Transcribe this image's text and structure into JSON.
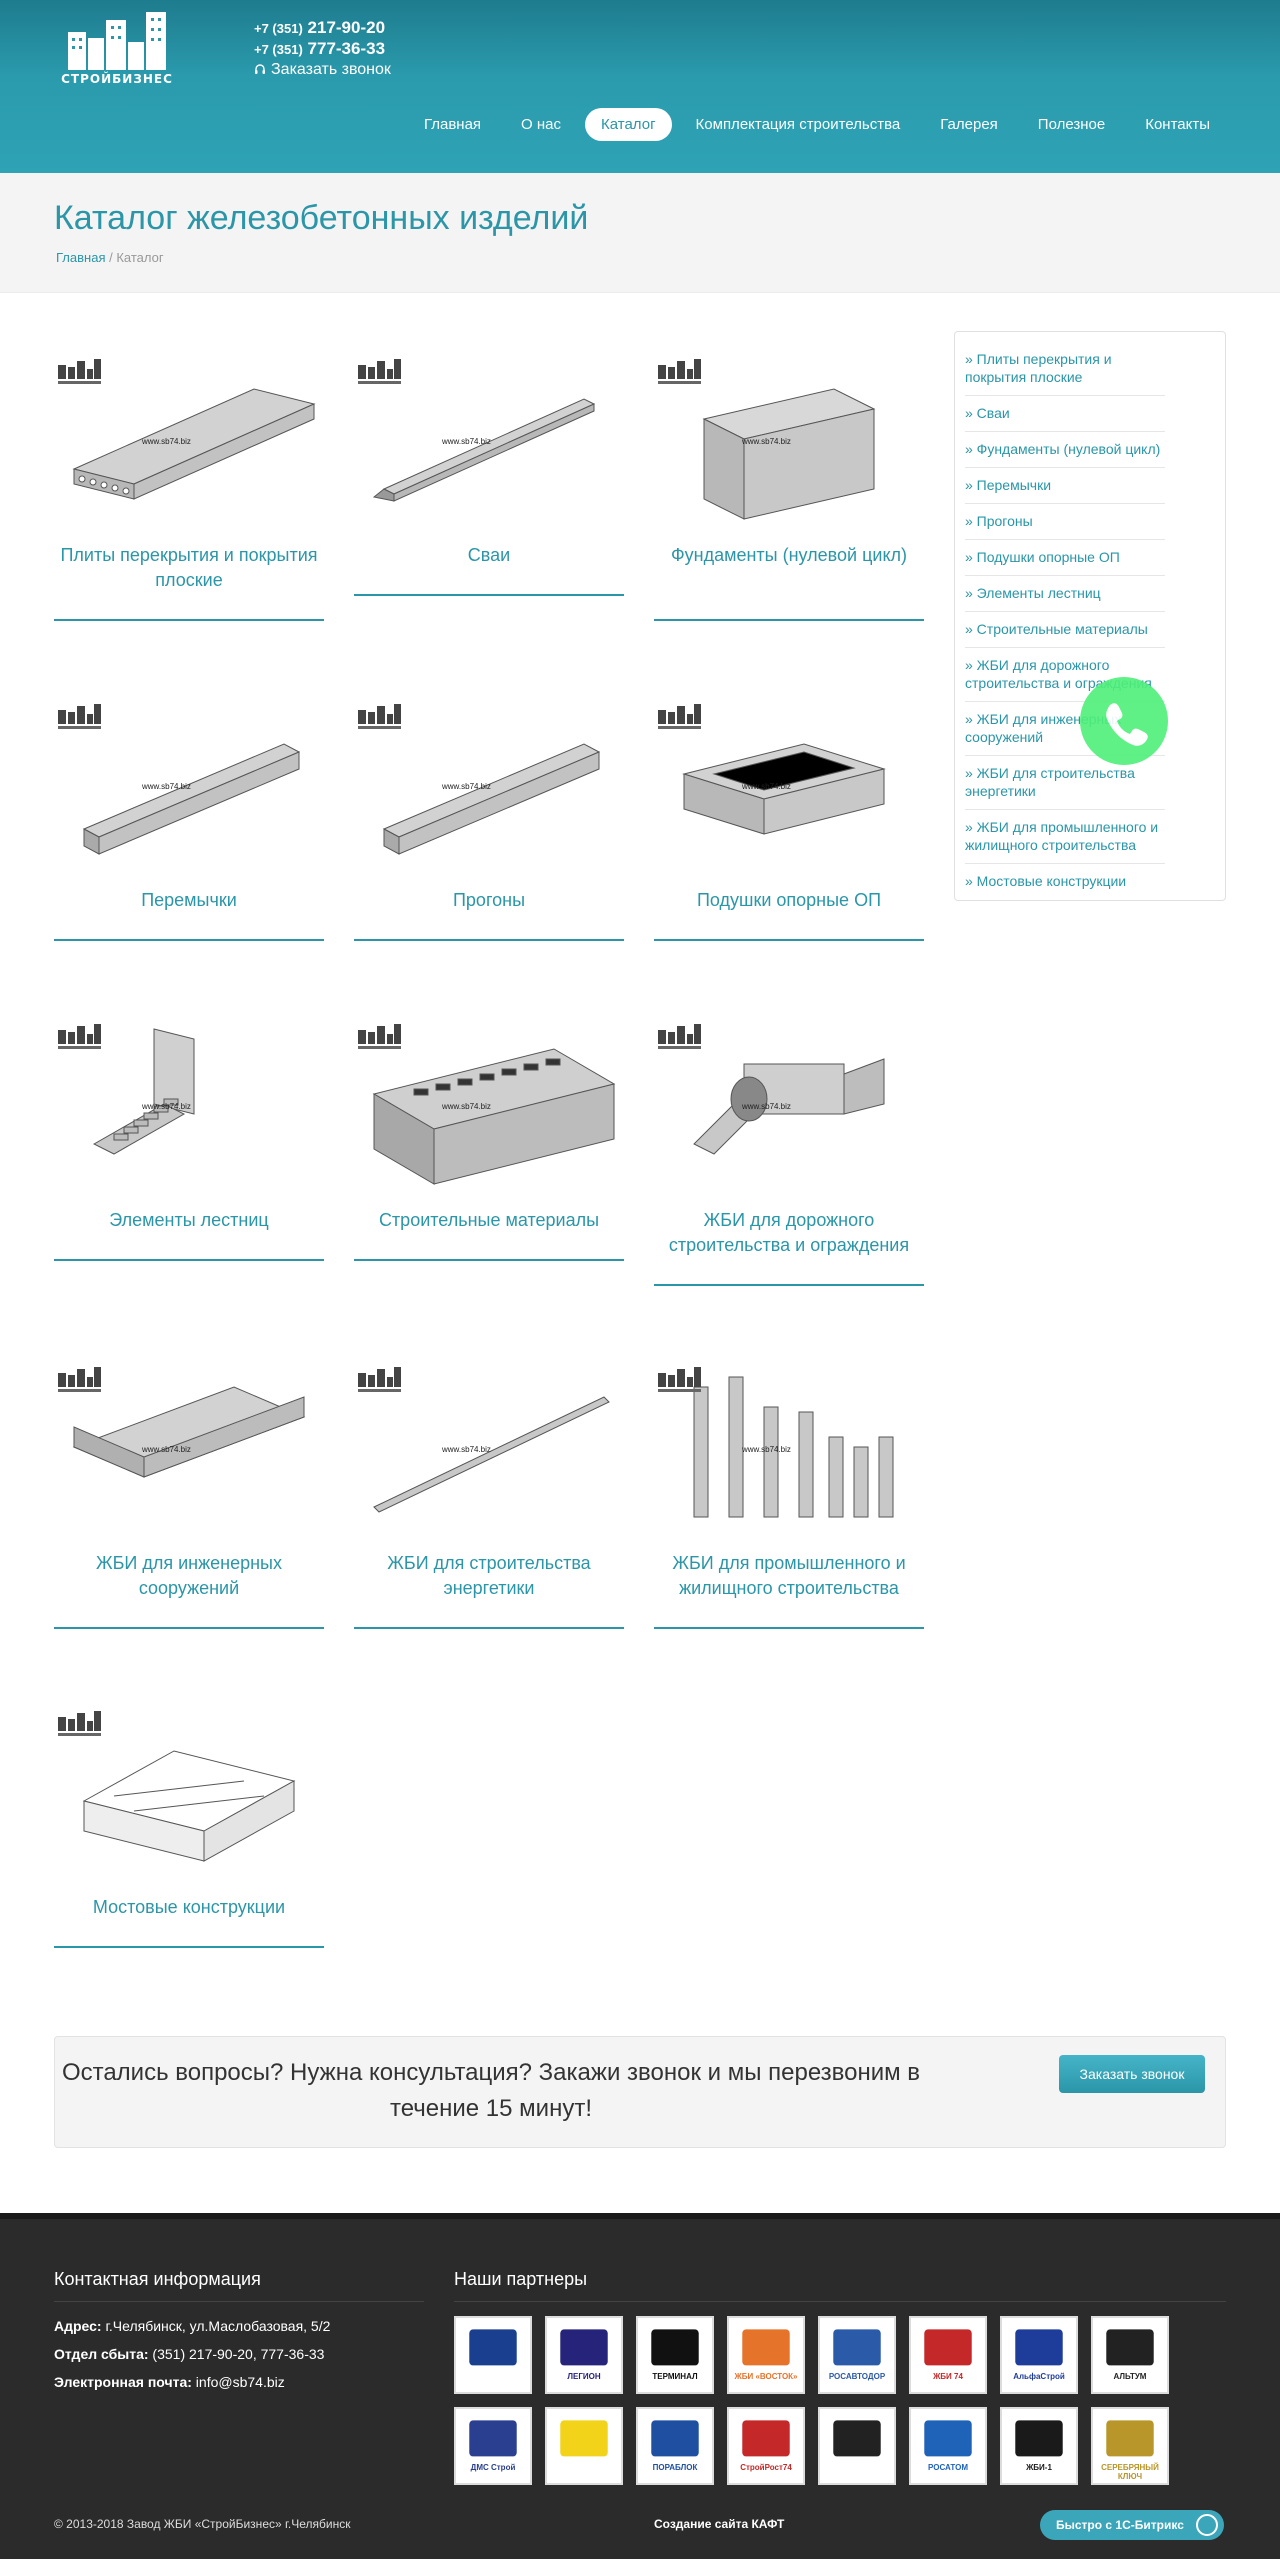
{
  "header": {
    "logo_text": "СТРОЙБИЗНЕС",
    "phones": [
      {
        "code": "+7 (351)",
        "number": "217-90-20"
      },
      {
        "code": "+7 (351)",
        "number": "777-36-33"
      }
    ],
    "callback_link": "Заказать звонок",
    "nav": [
      {
        "label": "Главная",
        "active": false
      },
      {
        "label": "О нас",
        "active": false
      },
      {
        "label": "Каталог",
        "active": true
      },
      {
        "label": "Комплектация строительства",
        "active": false
      },
      {
        "label": "Галерея",
        "active": false
      },
      {
        "label": "Полезное",
        "active": false
      },
      {
        "label": "Контакты",
        "active": false
      }
    ]
  },
  "title_band": {
    "title": "Каталог железобетонных изделий",
    "breadcrumb": {
      "home": "Главная",
      "separator": " / ",
      "current": "Каталог"
    }
  },
  "catalog": {
    "items": [
      {
        "title": "Плиты перекрытия и покрытия плоские",
        "icon": "hollow-slab-icon",
        "watermark": "www.sb74.biz"
      },
      {
        "title": "Сваи",
        "icon": "pile-icon",
        "watermark": "www.sb74.biz"
      },
      {
        "title": "Фундаменты (нулевой цикл)",
        "icon": "foundation-block-icon",
        "watermark": "www.sb74.biz"
      },
      {
        "title": "Перемычки",
        "icon": "lintel-icon",
        "watermark": "www.sb74.biz"
      },
      {
        "title": "Прогоны",
        "icon": "purlin-icon",
        "watermark": "www.sb74.biz"
      },
      {
        "title": "Подушки опорные ОП",
        "icon": "support-cushion-icon",
        "watermark": "www.sb74.biz"
      },
      {
        "title": "Элементы лестниц",
        "icon": "stairs-icon",
        "watermark": "www.sb74.biz"
      },
      {
        "title": "Строительные материалы",
        "icon": "brick-icon",
        "watermark": "www.sb74.biz"
      },
      {
        "title": "ЖБИ для дорожного строительства и ограждения",
        "icon": "culvert-icon",
        "watermark": "www.sb74.biz"
      },
      {
        "title": "ЖБИ для инженерных сооружений",
        "icon": "channel-tray-icon",
        "watermark": "www.sb74.biz"
      },
      {
        "title": "ЖБИ для строительства энергетики",
        "icon": "pole-icon",
        "watermark": "www.sb74.biz"
      },
      {
        "title": "ЖБИ для промышленного и жилищного строительства",
        "icon": "columns-icon",
        "watermark": "www.sb74.biz"
      },
      {
        "title": "Мостовые конструкции",
        "icon": "bridge-block-icon",
        "watermark": ""
      }
    ]
  },
  "sidebar": {
    "items": [
      "» Плиты перекрытия и покрытия плоские",
      "» Сваи",
      "» Фундаменты (нулевой цикл)",
      "» Перемычки",
      "» Прогоны",
      "» Подушки опорные ОП",
      "» Элементы лестниц",
      "» Строительные материалы",
      "» ЖБИ для дорожного строительства и ограждения",
      "» ЖБИ для инженерных сооружений",
      "» ЖБИ для строительства энергетики",
      "» ЖБИ для промышленного и жилищного строительства",
      "» Мостовые конструкции"
    ]
  },
  "cta": {
    "text": "Остались вопросы? Нужна консультация? Закажи звонок и мы перезвоним в течение 15 минут!",
    "button": "Заказать звонок"
  },
  "footer": {
    "contact_title": "Контактная информация",
    "partners_title": "Наши партнеры",
    "contacts": [
      {
        "label": "Адрес:",
        "value": " г.Челябинск, ул.Маслобазовая, 5/2"
      },
      {
        "label": "Отдел сбыта:",
        "value": " (351) 217-90-20, 777-36-33"
      },
      {
        "label": "Электронная почта:",
        "value": " info@sb74.biz"
      }
    ],
    "partners": [
      {
        "text": "",
        "icon": "partner-logo-1-icon",
        "color": "#1b3f8f"
      },
      {
        "text": "ЛЕГИОН",
        "icon": "partner-legion-icon",
        "color": "#26237a"
      },
      {
        "text": "ТЕРМИНАЛ",
        "icon": "partner-terminal-icon",
        "color": "#111111"
      },
      {
        "text": "ЖБИ «ВОСТОК»",
        "icon": "partner-vostok-icon",
        "color": "#e6732a"
      },
      {
        "text": "РОСАВТОДОР",
        "icon": "partner-rosavtodor-icon",
        "color": "#2a5aa8"
      },
      {
        "text": "ЖБИ 74",
        "icon": "partner-zhbi74-icon",
        "color": "#c42828"
      },
      {
        "text": "АльфаСтрой",
        "icon": "partner-alfastroy-icon",
        "color": "#1e3c9a"
      },
      {
        "text": "АЛЬТУМ",
        "icon": "partner-altum-icon",
        "color": "#222222"
      },
      {
        "text": "ДМС Строй",
        "icon": "partner-dms-icon",
        "color": "#2a3f8f"
      },
      {
        "text": "",
        "icon": "partner-yellow-icon",
        "color": "#f3d21a"
      },
      {
        "text": "ПОРАБЛОК",
        "icon": "partner-porablok-icon",
        "color": "#1f4fa0"
      },
      {
        "text": "СтройРост74",
        "icon": "partner-stroyrost-icon",
        "color": "#c42828"
      },
      {
        "text": "",
        "icon": "partner-dark-square-icon",
        "color": "#222222"
      },
      {
        "text": "РОСАТОМ",
        "icon": "partner-rosatom-icon",
        "color": "#1f63b8"
      },
      {
        "text": "ЖБИ-1",
        "icon": "partner-zhbi1-icon",
        "color": "#1a1a1a"
      },
      {
        "text": "СЕРЕБРЯНЫЙ КЛЮЧ",
        "icon": "partner-serebryany-icon",
        "color": "#b8962a"
      }
    ],
    "copyright": "© 2013-2018 Завод ЖБИ «СтройБизнес» г.Челябинск",
    "developer": "Создание сайта КАФТ",
    "bitrix": "Быстро с 1С-Битрикс"
  },
  "colors": {
    "accent": "#2a96a8",
    "header_dark": "#1e7c8e",
    "footer_bg": "#2b2b2b",
    "whatsapp": "#4ef07a"
  }
}
